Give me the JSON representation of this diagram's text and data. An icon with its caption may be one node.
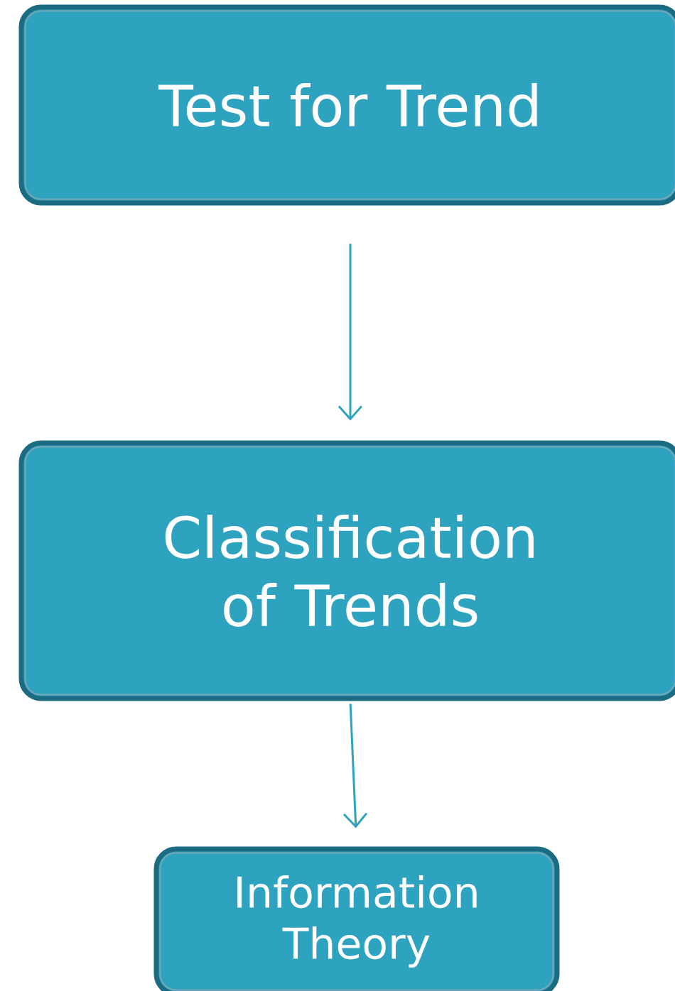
{
  "diagram": {
    "nodes": [
      {
        "text": [
          "Test for Trend"
        ]
      },
      {
        "text": [
          "Classification of Trends"
        ]
      },
      {
        "text": [
          "Information Theory"
        ]
      }
    ],
    "edges": [
      {
        "from": 0,
        "to": 1,
        "arrow": "to"
      },
      {
        "from": 1,
        "to": 2,
        "arrow": "to"
      }
    ]
  }
}
